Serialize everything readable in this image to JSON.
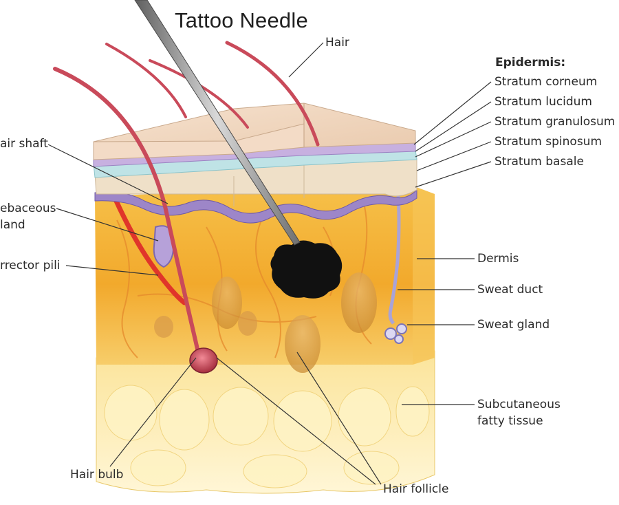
{
  "title": "Tattoo Needle",
  "labels": {
    "hair": "Hair",
    "epidermis_heading": "Epidermis:",
    "stratum_corneum": "Stratum corneum",
    "stratum_lucidum": "Stratum lucidum",
    "stratum_granulosum": "Stratum granulosum",
    "stratum_spinosum": "Stratum spinosum",
    "stratum_basale": "Stratum basale",
    "hair_shaft": "air shaft",
    "sebaceous_line1": "ebaceous",
    "sebaceous_line2": "land",
    "arrector_pili": "rrector pili",
    "dermis": "Dermis",
    "sweat_duct": "Sweat duct",
    "sweat_gland": "Sweat gland",
    "subcutaneous_line1": "Subcutaneous",
    "subcutaneous_line2": "fatty tissue",
    "hair_bulb": "Hair bulb",
    "hair_follicle": "Hair follicle"
  },
  "colors": {
    "epidermis_top": "#f2d9c4",
    "dermis": "#f3b43a",
    "subcutaneous": "#fbe7a0",
    "hair": "#c94a5a",
    "ink": "#111111",
    "needle": "#8a8a8a",
    "basal_membrane": "#9d86c8",
    "lucidum_layer": "#bfe3e6"
  }
}
